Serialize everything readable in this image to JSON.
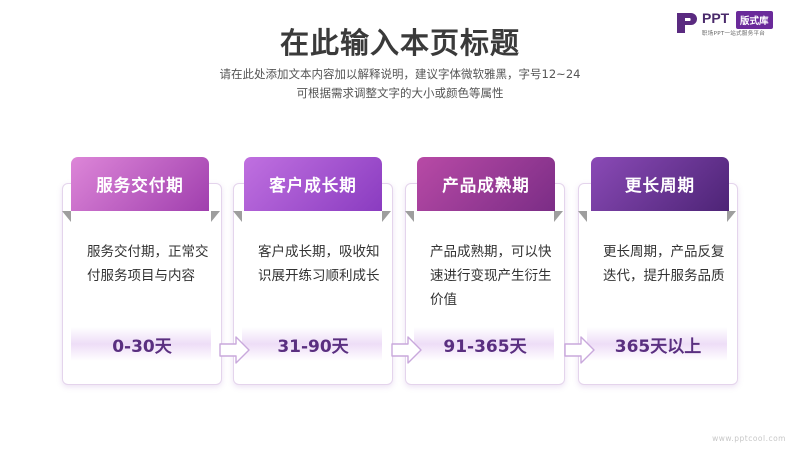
{
  "title": "在此输入本页标题",
  "subtitle": {
    "line1": "请在此处添加文本内容加以解释说明，建议字体微软雅黑，字号12~24",
    "line2": "可根据需求调整文字的大小或颜色等属性"
  },
  "logo": {
    "name": "PPT",
    "badge": "版式库",
    "tagline": "职场PPT一站式服务平台"
  },
  "colors": {
    "stage1": [
      "#dd86d8",
      "#a03fae"
    ],
    "stage2": [
      "#c070e0",
      "#8a3cc0"
    ],
    "stage3": [
      "#b84aa6",
      "#7b2d86"
    ],
    "stage4": [
      "#8a4ab6",
      "#4d2476"
    ],
    "value_text": "#5a2f80"
  },
  "stages": [
    {
      "title": "服务交付期",
      "desc": "服务交付期，正常交付服务项目与内容",
      "value": "0-30天"
    },
    {
      "title": "客户成长期",
      "desc": "客户成长期，吸收知识展开练习顺利成长",
      "value": "31-90天"
    },
    {
      "title": "产品成熟期",
      "desc": "产品成熟期，可以快速进行变现产生衍生价值",
      "value": "91-365天"
    },
    {
      "title": "更长周期",
      "desc": "更长周期，产品反复迭代，提升服务品质",
      "value": "365天以上"
    }
  ],
  "watermark": "www.pptcool.com"
}
